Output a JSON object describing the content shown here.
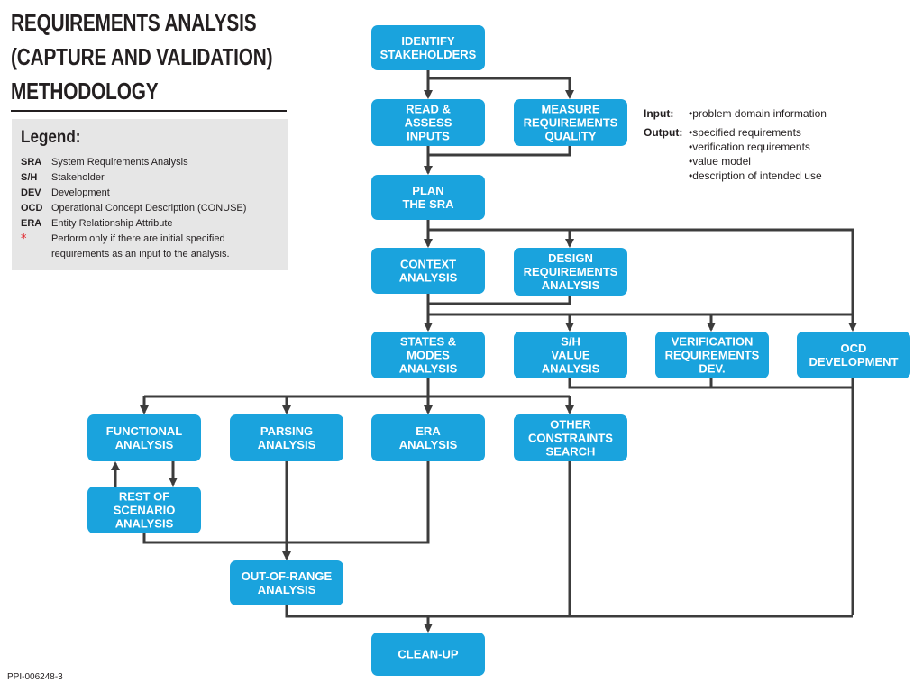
{
  "title": {
    "line1": "REQUIREMENTS ANALYSIS",
    "line2": "(CAPTURE AND VALIDATION)",
    "line3": "METHODOLOGY"
  },
  "legend": {
    "title": "Legend:",
    "items": [
      {
        "abbr": "SRA",
        "text": "System Requirements Analysis"
      },
      {
        "abbr": "S/H",
        "text": "Stakeholder"
      },
      {
        "abbr": "DEV",
        "text": "Development"
      },
      {
        "abbr": "OCD",
        "text": "Operational Concept Description (CONUSE)"
      },
      {
        "abbr": "ERA",
        "text": "Entity Relationship Attribute"
      },
      {
        "abbr": "*",
        "text": "Perform only if there are initial specified requirements as an input to the analysis."
      }
    ]
  },
  "io": {
    "input_label": "Input:",
    "inputs": [
      "problem domain information"
    ],
    "output_label": "Output:",
    "outputs": [
      "specified requirements",
      "verification requirements",
      "value model",
      "description of intended use"
    ]
  },
  "nodes": {
    "identify": {
      "lines": [
        "IDENTIFY",
        "STAKEHOLDERS"
      ]
    },
    "read_assess": {
      "lines": [
        "READ &",
        "ASSESS",
        "INPUTS"
      ]
    },
    "measure": {
      "lines": [
        "MEASURE",
        "REQUIREMENTS",
        "QUALITY"
      ],
      "starred": true
    },
    "plan": {
      "lines": [
        "PLAN",
        "THE SRA"
      ]
    },
    "context": {
      "lines": [
        "CONTEXT",
        "ANALYSIS"
      ]
    },
    "design": {
      "lines": [
        "DESIGN",
        "REQUIREMENTS",
        "ANALYSIS"
      ],
      "starred": true
    },
    "states": {
      "lines": [
        "STATES &",
        "MODES",
        "ANALYSIS"
      ]
    },
    "sh_value": {
      "lines": [
        "S/H",
        "VALUE",
        "ANALYSIS"
      ]
    },
    "verification": {
      "lines": [
        "VERIFICATION",
        "REQUIREMENTS",
        "DEV."
      ]
    },
    "ocd": {
      "lines": [
        "OCD",
        "DEVELOPMENT"
      ]
    },
    "functional": {
      "lines": [
        "FUNCTIONAL",
        "ANALYSIS"
      ]
    },
    "parsing": {
      "lines": [
        "PARSING",
        "ANALYSIS"
      ],
      "starred": true
    },
    "era": {
      "lines": [
        "ERA",
        "ANALYSIS"
      ]
    },
    "other": {
      "lines": [
        "OTHER",
        "CONSTRAINTS",
        "SEARCH"
      ]
    },
    "rest": {
      "lines": [
        "REST OF",
        "SCENARIO",
        "ANALYSIS"
      ]
    },
    "out_of_range": {
      "lines": [
        "OUT-OF-RANGE",
        "ANALYSIS"
      ]
    },
    "cleanup": {
      "lines": [
        "CLEAN-UP"
      ]
    }
  },
  "colors": {
    "box": "#1aa3dd",
    "line": "#3c3c3c",
    "star": "#e11b22"
  },
  "footer_code": "PPI-006248-3"
}
